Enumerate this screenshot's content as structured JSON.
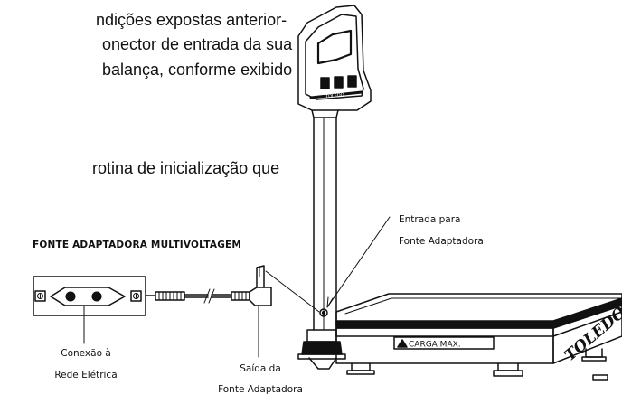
{
  "body_text": {
    "line1": "ndições expostas anterior-",
    "line2": "onector de entrada da sua",
    "line3": "balança, conforme exibido",
    "line4": "rotina de inicialização que"
  },
  "figure": {
    "power_supply_title": "FONTE ADAPTADORA MULTIVOLTAGEM",
    "input_label_line1": "Entrada para",
    "input_label_line2": "Fonte Adaptadora",
    "mains_label_line1": "Conexão à",
    "mains_label_line2": "Rede Elétrica",
    "output_label_line1": "Saída da",
    "output_label_line2": "Fonte Adaptadora",
    "warning_plate_text": "CARGA MAX.",
    "brand_text": "TOLEDO"
  }
}
